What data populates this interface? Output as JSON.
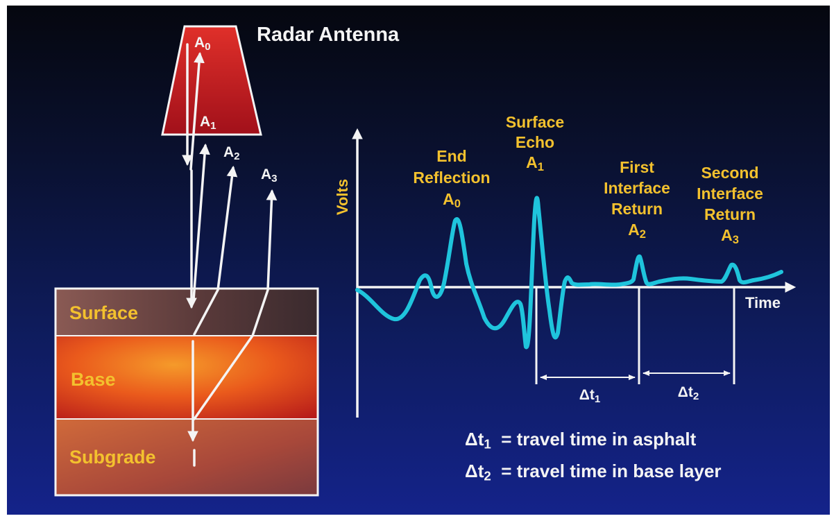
{
  "antenna": {
    "title": "Radar Antenna",
    "a0": {
      "base": "A",
      "sub": "0"
    },
    "a1": {
      "base": "A",
      "sub": "1"
    },
    "a2": {
      "base": "A",
      "sub": "2"
    },
    "a3": {
      "base": "A",
      "sub": "3"
    }
  },
  "layers": {
    "surface": "Surface",
    "base": "Base",
    "subgrade": "Subgrade"
  },
  "chart": {
    "ylabel": "Volts",
    "xlabel": "Time",
    "end_reflection": {
      "line1": "End",
      "line2": "Reflection",
      "base": "A",
      "sub": "0"
    },
    "surface_echo": {
      "line1": "Surface",
      "line2": "Echo",
      "base": "A",
      "sub": "1"
    },
    "first_return": {
      "line1": "First",
      "line2": "Interface",
      "line3": "Return",
      "base": "A",
      "sub": "2"
    },
    "second_return": {
      "line1": "Second",
      "line2": "Interface",
      "line3": "Return",
      "base": "A",
      "sub": "3"
    },
    "dt1": {
      "base": "Δt",
      "sub": "1"
    },
    "dt2": {
      "base": "Δt",
      "sub": "2"
    }
  },
  "legend": {
    "row1": {
      "symbol": "Δt",
      "sub": "1",
      "text": "= travel time in asphalt"
    },
    "row2": {
      "symbol": "Δt",
      "sub": "2",
      "text": "= travel time in base layer"
    }
  },
  "colors": {
    "waveform": "#1fc4dc",
    "gold_text": "#f3c12e",
    "white_text": "#f4f4f4",
    "antenna_fill": "#b8151c",
    "background": "#0e1b5a"
  }
}
